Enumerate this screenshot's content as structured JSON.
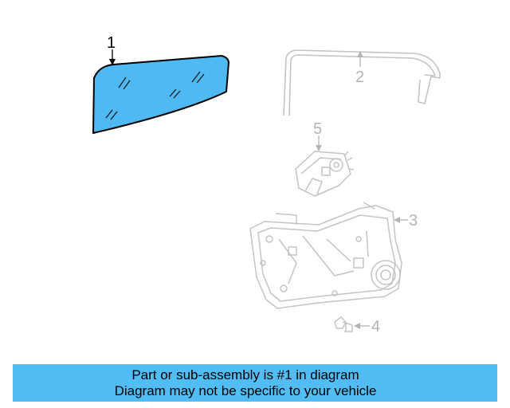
{
  "callouts": {
    "part1": "1",
    "part2": "2",
    "part3": "3",
    "part4": "4",
    "part5": "5"
  },
  "banner": {
    "line1": "Part or sub-assembly is #1 in diagram",
    "line2": "Diagram may not be specific to your vehicle"
  },
  "colors": {
    "glass_fill": "#4fb9f4",
    "banner_bg": "#52bdf5",
    "dim_line": "#c4c4c4"
  }
}
